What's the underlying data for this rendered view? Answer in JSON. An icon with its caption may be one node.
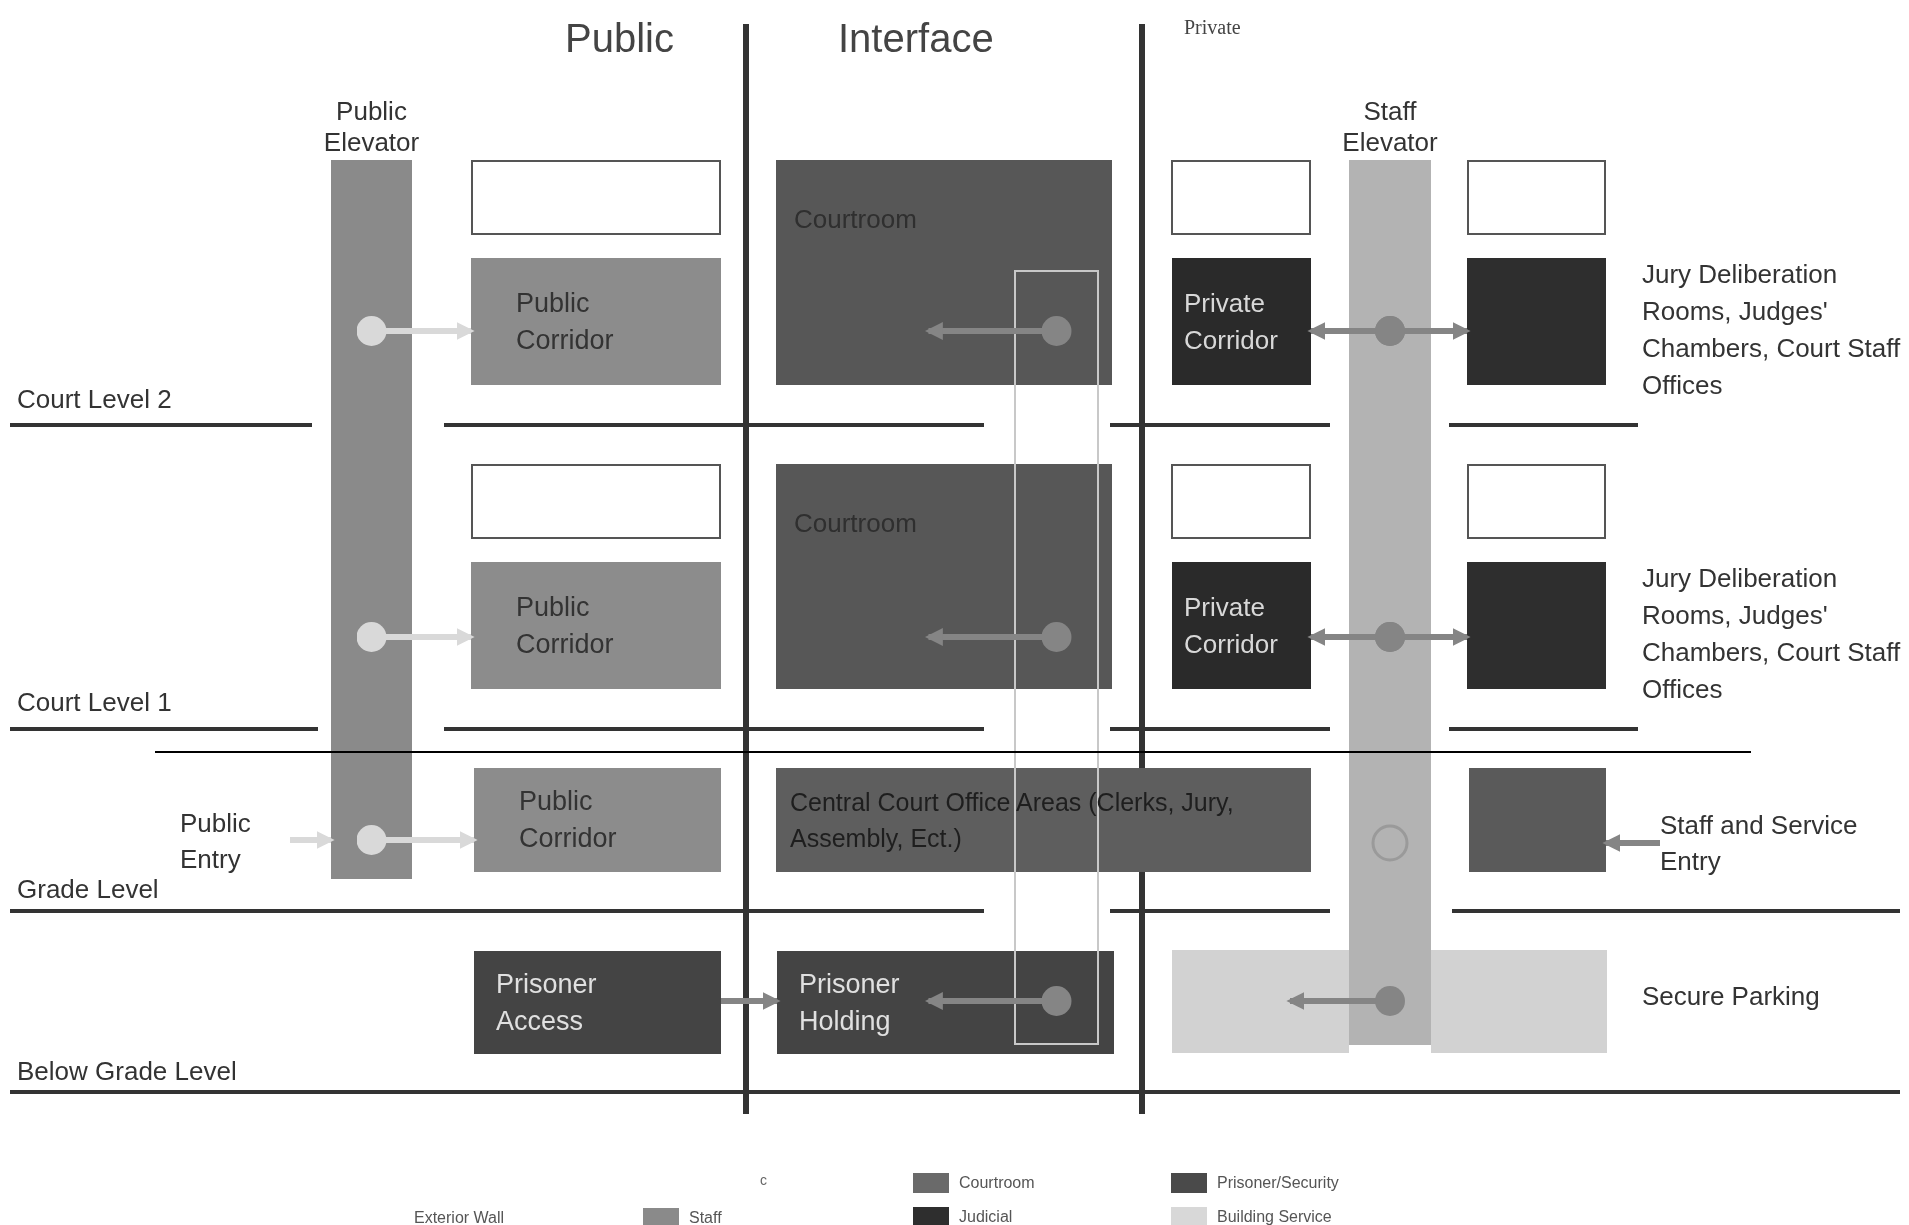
{
  "diagram": {
    "nodes": [
      {
        "text": [
          "Public Elevator"
        ]
      },
      {
        "text": [],
        "shape": "box"
      },
      {
        "text": [
          "Public Corridor"
        ]
      },
      {
        "text": [
          "Courtroom"
        ]
      },
      {
        "text": [],
        "shape": "box"
      },
      {
        "text": [
          "Staff Elevator"
        ]
      },
      {
        "text": [],
        "shape": "box"
      },
      {
        "text": [
          "Private Corridor"
        ]
      },
      {
        "text": [],
        "shape": "box",
        "beside": [
          "Jury Deliberation Rooms, Judges' Chambers, Court Staff Offices"
        ]
      },
      {
        "text": [],
        "shape": "box"
      },
      {
        "text": [
          "Public Corridor"
        ]
      },
      {
        "text": [
          "Courtroom"
        ]
      },
      {
        "text": [],
        "shape": "box"
      },
      {
        "text": [],
        "shape": "box"
      },
      {
        "text": [
          "Private Corridor"
        ]
      },
      {
        "text": [],
        "shape": "box",
        "beside": [
          "Jury Deliberation Rooms, Judges' Chambers, Court Staff Offices"
        ]
      },
      {
        "text": [
          "Public Entry"
        ]
      },
      {
        "text": [
          "Public Corridor"
        ]
      },
      {
        "text": [
          "Central Court Office Areas (Clerks, Jury, Assembly, Ect.)"
        ]
      },
      {
        "text": [],
        "shape": "box"
      },
      {
        "text": [
          "Staff and Service Entry"
        ]
      },
      {
        "text": [
          "Prisoner Access"
        ]
      },
      {
        "text": [
          "Prisoner Holding"
        ]
      },
      {
        "text": [],
        "shape": "box",
        "beside": [
          "Secure Parking"
        ]
      },
      {
        "text": [],
        "shape": "box"
      }
    ],
    "edges": [
      {
        "from": 0,
        "to": 2,
        "arrow": "to",
        "color": "#d9d9d9"
      },
      {
        "from": 0,
        "to": 10,
        "arrow": "to",
        "color": "#d9d9d9"
      },
      {
        "from": 16,
        "to": 0,
        "arrow": "to",
        "color": "#d9d9d9"
      },
      {
        "from": 0,
        "to": 17,
        "arrow": "to",
        "color": "#d9d9d9"
      },
      {
        "from": 24,
        "to": 3,
        "arrow": "to"
      },
      {
        "from": 5,
        "to": 7,
        "arrow": "to"
      },
      {
        "from": 5,
        "to": 8,
        "arrow": "to"
      },
      {
        "from": 24,
        "to": 11,
        "arrow": "to"
      },
      {
        "from": 5,
        "to": 14,
        "arrow": "to"
      },
      {
        "from": 5,
        "to": 15,
        "arrow": "to"
      },
      {
        "from": 20,
        "to": 19,
        "arrow": "to"
      },
      {
        "from": 21,
        "to": 22,
        "arrow": "to"
      },
      {
        "from": 24,
        "to": 22,
        "arrow": "to"
      },
      {
        "from": 5,
        "to": 23,
        "arrow": "to"
      }
    ],
    "labels": [
      "Public",
      "Interface",
      "Private",
      "Court Level 2",
      "Court Level 1",
      "Grade Level",
      "Below Grade Level",
      "c"
    ],
    "legend": [
      {
        "text": "Exterior Wall"
      },
      {
        "text": "Staff",
        "color": "#8a8a8a"
      },
      {
        "text": "Courtroom",
        "color": "#6a6a6a"
      },
      {
        "text": "Judicial",
        "color": "#2e2e2e"
      },
      {
        "text": "Prisoner/Security",
        "color": "#4a4a4a"
      },
      {
        "text": "Building Service",
        "color": "#d8d8d8"
      }
    ]
  }
}
